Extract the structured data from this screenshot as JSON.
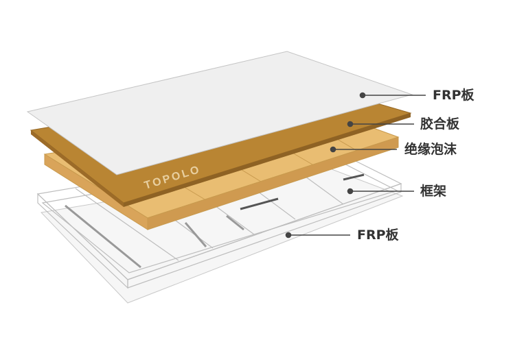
{
  "logo": "TOPOLO",
  "labels": {
    "top_frp": "FRP板",
    "plywood": "胶合板",
    "foam": "绝缘泡沫",
    "frame": "框架",
    "bottom_frp": "FRP板"
  },
  "colors": {
    "plywood": "#b98533",
    "foam": "#e9bd72",
    "frp": "#f1f1f1",
    "text": "#333333"
  }
}
